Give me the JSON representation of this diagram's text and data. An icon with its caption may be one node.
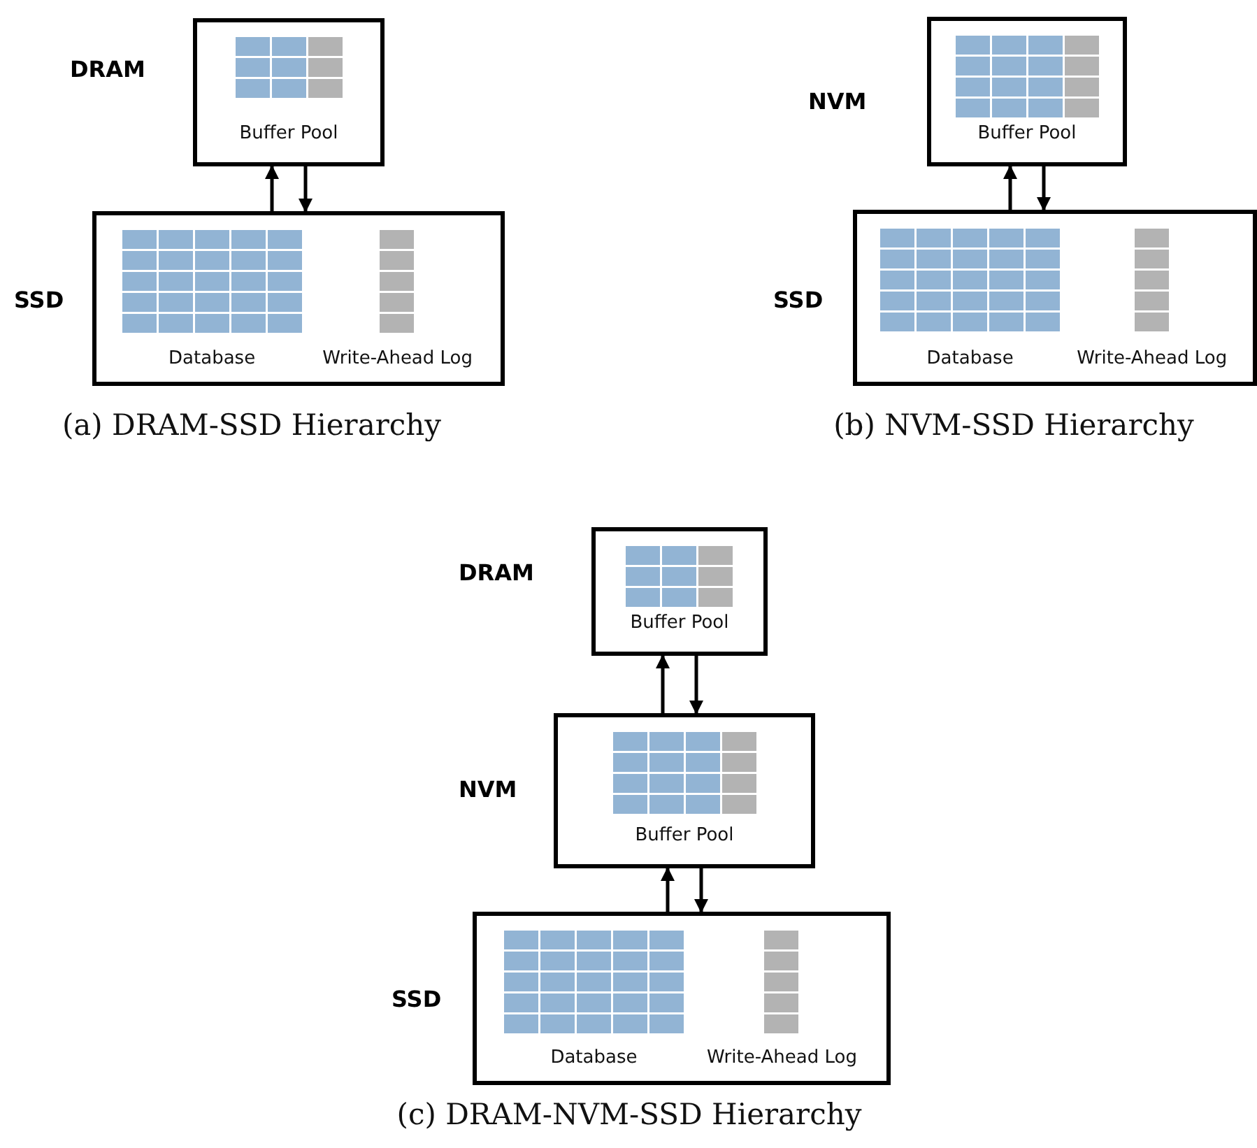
{
  "diagram": {
    "nodes": [
      {
        "text": [
          "Buffer Pool"
        ],
        "beside": [
          "DRAM"
        ]
      },
      {
        "text": [
          "Database",
          "Write-Ahead Log"
        ],
        "beside": [
          "SSD"
        ]
      },
      {
        "text": [
          "Buffer Pool"
        ],
        "beside": [
          "NVM"
        ]
      },
      {
        "text": [
          "Database",
          "Write-Ahead Log"
        ],
        "beside": [
          "SSD"
        ]
      },
      {
        "text": [
          "Buffer Pool"
        ],
        "beside": [
          "DRAM"
        ]
      },
      {
        "text": [
          "Buffer Pool"
        ],
        "beside": [
          "NVM"
        ]
      },
      {
        "text": [
          "Database",
          "Write-Ahead Log"
        ],
        "beside": [
          "SSD"
        ]
      }
    ],
    "edges": [
      {
        "from": 1,
        "to": 0,
        "arrow": "to"
      },
      {
        "from": 0,
        "to": 1,
        "arrow": "to"
      },
      {
        "from": 3,
        "to": 2,
        "arrow": "to"
      },
      {
        "from": 2,
        "to": 3,
        "arrow": "to"
      },
      {
        "from": 5,
        "to": 4,
        "arrow": "to"
      },
      {
        "from": 4,
        "to": 5,
        "arrow": "to"
      },
      {
        "from": 6,
        "to": 5,
        "arrow": "to"
      },
      {
        "from": 5,
        "to": 6,
        "arrow": "to"
      }
    ],
    "labels": [
      "(a) DRAM-SSD Hierarchy",
      "(b) NVM-SSD Hierarchy",
      "(c) DRAM-NVM-SSD Hierarchy"
    ]
  }
}
